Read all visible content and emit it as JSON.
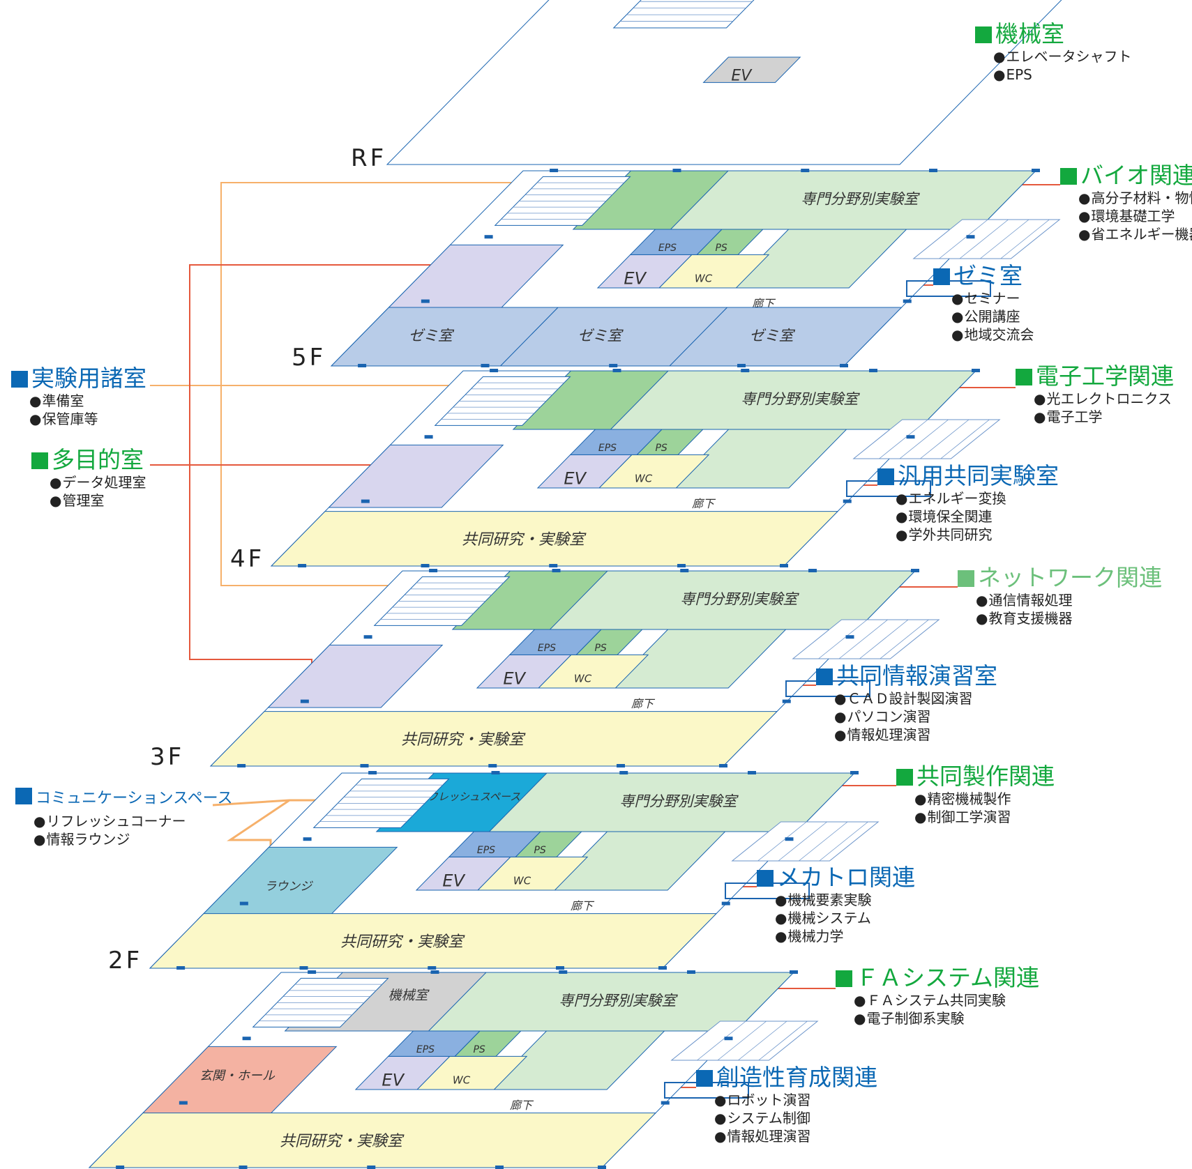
{
  "colors": {
    "outline": "#1a64b0",
    "lab": "#d5ebd2",
    "lab_dark": "#9dd39a",
    "zemi": "#b8cce8",
    "multi": "#d8d6ee",
    "joint": "#fbf8c8",
    "lobby": "#f4b2a2",
    "machine": "#d2d2d2",
    "refresh": "#1ba9d8",
    "lounge": "#94cfdd",
    "line_orange": "#f6b06a",
    "line_red": "#e5583c"
  },
  "floors": {
    "rf": "RF",
    "f5": "5F",
    "f4": "4F",
    "f3": "3F",
    "f2": "2F"
  },
  "rooms": {
    "ev": "EV",
    "eps": "EPS",
    "ps": "PS",
    "wc": "WC",
    "lab": "専門分野別実験室",
    "corridor": "廊下",
    "zemi": "ゼミ室",
    "joint": "共同研究・実験室",
    "refresh": "リフレッシュスペース",
    "lounge": "ラウンジ",
    "machine": "機械室",
    "lobby": "玄関・ホール"
  },
  "legends": [
    {
      "title": "機械室",
      "color": "green",
      "items": [
        "エレベータシャフト",
        "EPS"
      ]
    },
    {
      "title": "バイオ関連",
      "color": "green",
      "items": [
        "高分子材料・物性",
        "環境基礎工学",
        "省エネルギー機器"
      ]
    },
    {
      "title": "ゼミ室",
      "color": "blue",
      "items": [
        "セミナー",
        "公開講座",
        "地域交流会"
      ]
    },
    {
      "title": "実験用諸室",
      "color": "blue",
      "items": [
        "準備室",
        "保管庫等"
      ]
    },
    {
      "title": "電子工学関連",
      "color": "green",
      "items": [
        "光エレクトロニクス",
        "電子工学"
      ]
    },
    {
      "title": "多目的室",
      "color": "green",
      "items": [
        "データ処理室",
        "管理室"
      ]
    },
    {
      "title": "汎用共同実験室",
      "color": "blue",
      "items": [
        "エネルギー変換",
        "環境保全関連",
        "学外共同研究"
      ]
    },
    {
      "title": "ネットワーク関連",
      "color": "lgreen",
      "items": [
        "通信情報処理",
        "教育支援機器"
      ]
    },
    {
      "title": "共同情報演習室",
      "color": "blue",
      "items": [
        "ＣＡＤ設計製図演習",
        "パソコン演習",
        "情報処理演習"
      ]
    },
    {
      "title": "共同製作関連",
      "color": "green",
      "items": [
        "精密機械製作",
        "制御工学演習"
      ]
    },
    {
      "title": "コミュニケーションスペース",
      "color": "blue",
      "items": [
        "リフレッシュコーナー",
        "情報ラウンジ"
      ]
    },
    {
      "title": "メカトロ関連",
      "color": "blue",
      "items": [
        "機械要素実験",
        "機械システム",
        "機械力学"
      ]
    },
    {
      "title": "ＦＡシステム関連",
      "color": "green",
      "items": [
        "ＦＡシステム共同実験",
        "電子制御系実験"
      ]
    },
    {
      "title": "創造性育成関連",
      "color": "blue",
      "items": [
        "ロボット演習",
        "システム制御",
        "情報処理演習"
      ]
    }
  ]
}
